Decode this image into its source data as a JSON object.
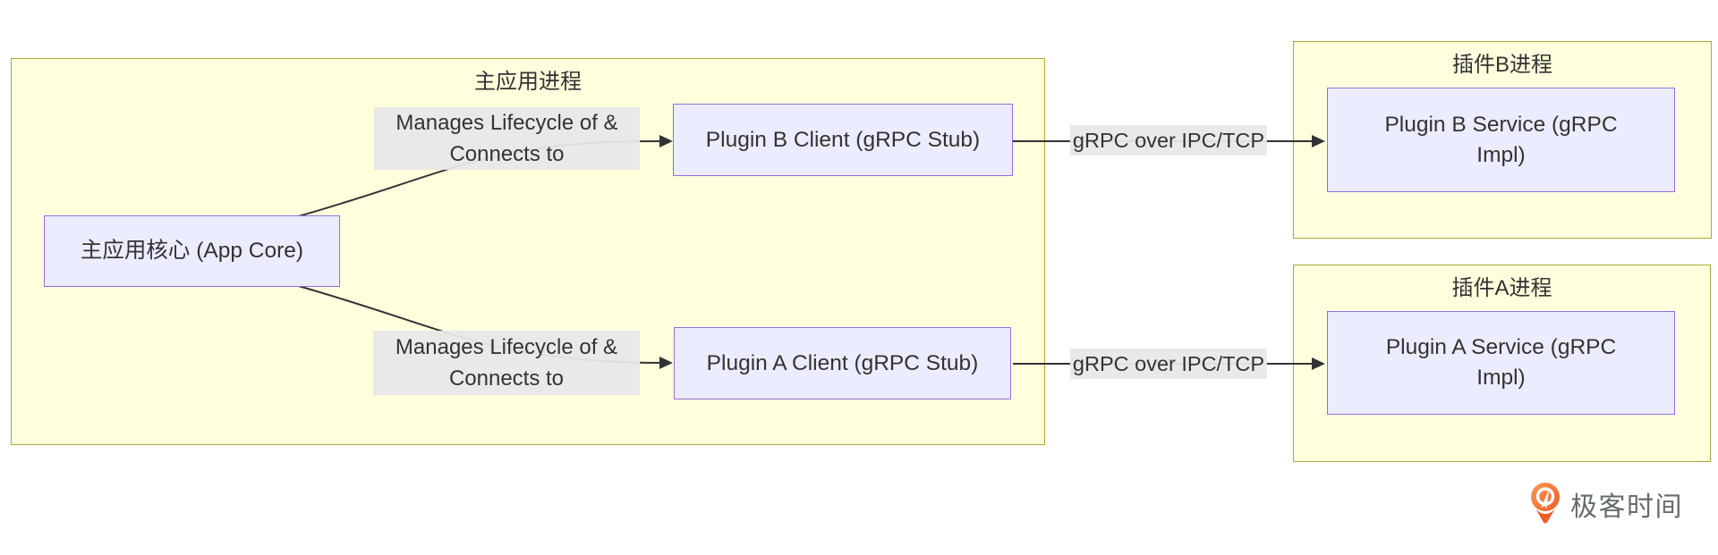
{
  "diagram": {
    "type": "flowchart",
    "containers": {
      "main": {
        "title": "主应用进程"
      },
      "plugin_b": {
        "title": "插件B进程"
      },
      "plugin_a": {
        "title": "插件A进程"
      }
    },
    "nodes": {
      "app_core": {
        "label": "主应用核心 (App Core)"
      },
      "plugin_b_client": {
        "label": "Plugin B Client (gRPC Stub)"
      },
      "plugin_a_client": {
        "label": "Plugin A Client (gRPC Stub)"
      },
      "plugin_b_service": {
        "label": "Plugin B Service (gRPC Impl)"
      },
      "plugin_a_service": {
        "label": "Plugin A Service (gRPC Impl)"
      }
    },
    "edges": {
      "core_to_b_client": {
        "label_line1": "Manages Lifecycle of &",
        "label_line2": "Connects to"
      },
      "core_to_a_client": {
        "label_line1": "Manages Lifecycle of &",
        "label_line2": "Connects to"
      },
      "b_client_to_b_service": {
        "label": "gRPC over IPC/TCP"
      },
      "a_client_to_a_service": {
        "label": "gRPC over IPC/TCP"
      }
    },
    "colors": {
      "node_fill": "#ECECFF",
      "node_border": "#9370DB",
      "container_fill": "#ffffde",
      "container_border": "#aaaa33",
      "edge_label_bg": "#e8e8e8",
      "edge_line": "#333333",
      "text": "#333333"
    }
  },
  "watermark": {
    "text": "极客时间",
    "icon": "geektime-logo-icon",
    "icon_color": "#f26f32",
    "text_color": "#666b6e"
  }
}
